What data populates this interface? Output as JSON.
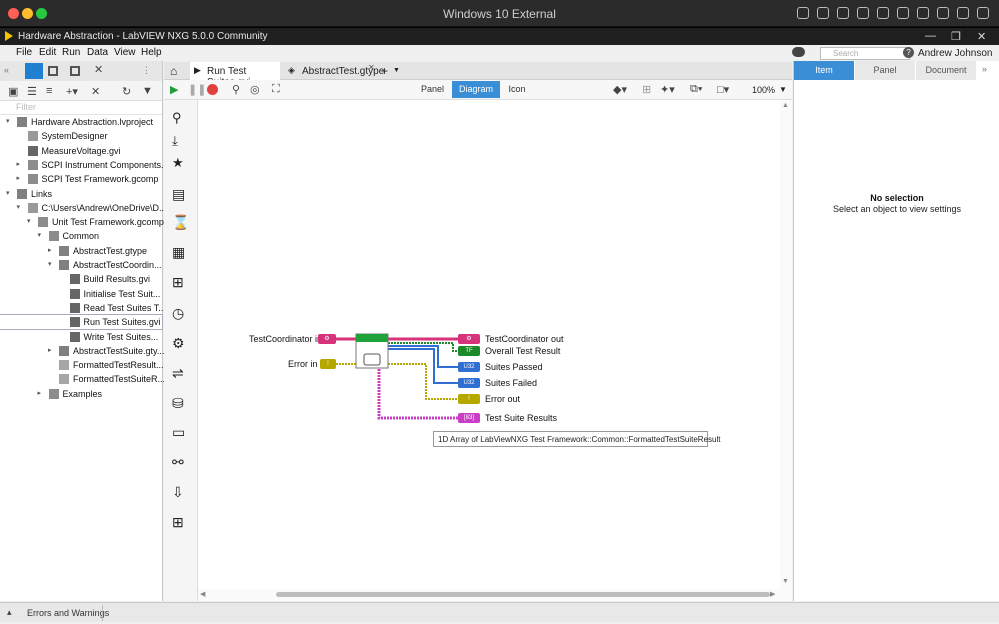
{
  "host_window": {
    "title": "Windows 10 External"
  },
  "app": {
    "title": "Hardware Abstraction - LabVIEW NXG 5.0.0 Community",
    "menus": [
      "File",
      "Edit",
      "Run",
      "Data",
      "View",
      "Help"
    ],
    "search_placeholder": "Search",
    "user": "Andrew Johnson"
  },
  "project_tree": {
    "filter_placeholder": "Filter",
    "items": [
      {
        "label": "Hardware Abstraction.lvproject",
        "indent": 0,
        "arrow": "▾",
        "icon": "project-icon"
      },
      {
        "label": "SystemDesigner",
        "indent": 1,
        "arrow": "",
        "icon": "system-designer-icon"
      },
      {
        "label": "MeasureVoltage.gvi",
        "indent": 1,
        "arrow": "",
        "icon": "vi-icon"
      },
      {
        "label": "SCPI Instrument Components....",
        "indent": 1,
        "arrow": "▸",
        "icon": "component-icon"
      },
      {
        "label": "SCPI Test Framework.gcomp",
        "indent": 1,
        "arrow": "▸",
        "icon": "component-icon"
      },
      {
        "label": "Links",
        "indent": 0,
        "arrow": "▾",
        "icon": "links-icon"
      },
      {
        "label": "C:\\Users\\Andrew\\OneDrive\\D...",
        "indent": 1,
        "arrow": "▾",
        "icon": "folder-icon"
      },
      {
        "label": "Unit Test Framework.gcomp",
        "indent": 2,
        "arrow": "▾",
        "icon": "component-icon"
      },
      {
        "label": "Common",
        "indent": 3,
        "arrow": "▾",
        "icon": "namespace-icon"
      },
      {
        "label": "AbstractTest.gtype",
        "indent": 4,
        "arrow": "▸",
        "icon": "class-icon"
      },
      {
        "label": "AbstractTestCoordin...",
        "indent": 4,
        "arrow": "▾",
        "icon": "class-icon"
      },
      {
        "label": "Build Results.gvi",
        "indent": 5,
        "arrow": "",
        "icon": "vi-icon"
      },
      {
        "label": "Initialise Test Suit...",
        "indent": 5,
        "arrow": "",
        "icon": "vi-icon"
      },
      {
        "label": "Read Test Suites T...",
        "indent": 5,
        "arrow": "",
        "icon": "vi-icon"
      },
      {
        "label": "Run Test Suites.gvi",
        "indent": 5,
        "arrow": "",
        "icon": "vi-icon"
      },
      {
        "label": "Write Test Suites...",
        "indent": 5,
        "arrow": "",
        "icon": "vi-icon"
      },
      {
        "label": "AbstractTestSuite.gty...",
        "indent": 4,
        "arrow": "▸",
        "icon": "class-icon"
      },
      {
        "label": "FormattedTestResult....",
        "indent": 4,
        "arrow": "",
        "icon": "typedef-icon"
      },
      {
        "label": "FormattedTestSuiteR...",
        "indent": 4,
        "arrow": "",
        "icon": "typedef-icon"
      },
      {
        "label": "Examples",
        "indent": 3,
        "arrow": "▸",
        "icon": "namespace-icon"
      }
    ],
    "selected_index": 14
  },
  "doc_tabs": [
    {
      "label": "Run Test Suites.gvi",
      "active": true
    },
    {
      "label": "AbstractTest.gtype",
      "active": false
    }
  ],
  "view_tabs": [
    {
      "label": "Panel",
      "active": false
    },
    {
      "label": "Diagram",
      "active": true
    },
    {
      "label": "Icon",
      "active": false
    }
  ],
  "zoom": "100%",
  "diagram": {
    "inputs": [
      "TestCoordinator in",
      "Error in"
    ],
    "outputs": [
      "TestCoordinator out",
      "Overall Test Result",
      "Suites Passed",
      "Suites Failed",
      "Error out",
      "Test Suite Results"
    ],
    "terminal_tags": {
      "coord": "⚙",
      "tf": "TF",
      "u32": "U32",
      "err": "!",
      "array": "[83]"
    },
    "tooltip": "1D Array of LabViewNXG Test Framework::Common::FormattedTestSuiteResult"
  },
  "config_pane": {
    "tabs": [
      {
        "label": "Item",
        "active": true
      },
      {
        "label": "Panel",
        "active": false
      },
      {
        "label": "Document",
        "active": false
      }
    ],
    "heading": "No selection",
    "subtext": "Select an object to view settings"
  },
  "bottom_bar": {
    "errors_label": "Errors and Warnings"
  },
  "colors": {
    "accent": "#3a8ed6",
    "wire_class": "#d6337a",
    "wire_bool": "#1b8a2a",
    "wire_int": "#2f6fd1",
    "wire_error": "#b5a800",
    "wire_array": "#c83fc6"
  }
}
